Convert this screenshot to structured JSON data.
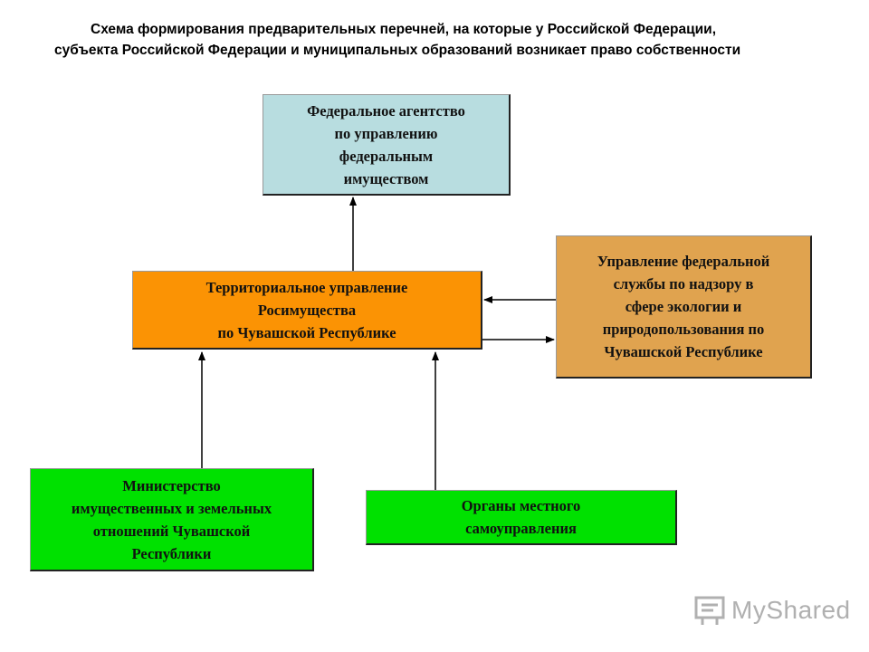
{
  "title": {
    "line1": "Схема формирования предварительных перечней, на которые у Российской Федерации,",
    "line2": "субъекта Российской Федерации и муниципальных образований возникает право собственности"
  },
  "boxes": {
    "agency": {
      "label": "Федеральное агентство\nпо управлению\nфедеральным\nимуществом",
      "color": "#b8dde0"
    },
    "territorial": {
      "label": "Территориальное управление\nРосимущества\nпо Чувашской Республике",
      "color": "#fb9304"
    },
    "supervision": {
      "label": "Управление федеральной\nслужбы по надзору в\nсфере экологии и\nприродопользования по\nЧувашской Республике",
      "color": "#e0a34f"
    },
    "ministry": {
      "label": "Министерство\nимущественных  и земельных\nотношений Чувашской\nРеспублики",
      "color": "#00e100"
    },
    "local": {
      "label": "Органы местного\nсамоуправления",
      "color": "#00e100"
    }
  },
  "watermark": {
    "text": "MyShared",
    "icon": "presentation-board-icon"
  }
}
